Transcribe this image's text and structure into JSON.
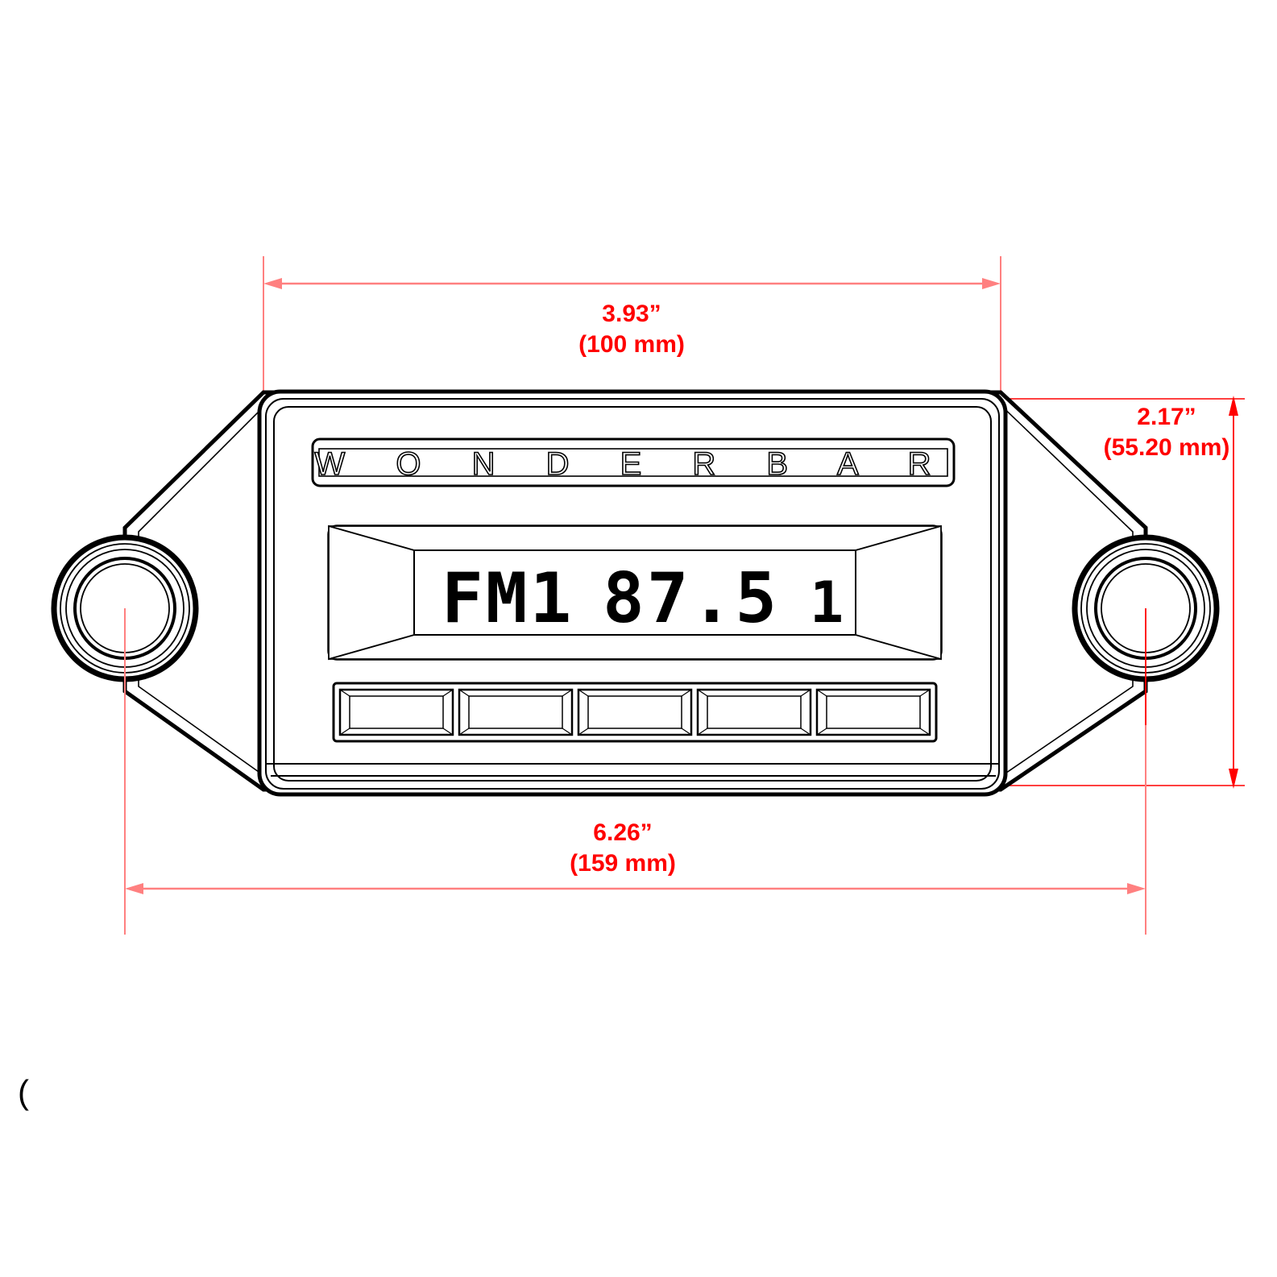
{
  "drawing": {
    "type": "technical-dimension-drawing",
    "subject": "Wonder Bar classic car radio faceplate",
    "background_color": "#ffffff",
    "line_color": "#000000",
    "dimension_color": "#ff0000"
  },
  "dimensions": {
    "top": {
      "name": "faceplate-height-width-top",
      "inches": "3.93”",
      "millimeters": "(100 mm)",
      "orientation": "horizontal"
    },
    "right": {
      "name": "faceplate-height-right",
      "inches": "2.17”",
      "millimeters": "(55.20 mm)",
      "orientation": "vertical"
    },
    "bottom": {
      "name": "overall-width-bottom",
      "inches": "6.26”",
      "millimeters": "(159 mm)",
      "orientation": "horizontal"
    }
  },
  "radio": {
    "nameplate": {
      "letters": [
        "W",
        "O",
        "N",
        "D",
        "E",
        "R",
        "B",
        "A",
        "R"
      ],
      "text": "W O N D E R   B A R"
    },
    "display": {
      "band": "FM1",
      "frequency": "87.5",
      "preset_indicator": "1",
      "full_text": "FM1  87.5      1"
    },
    "preset_buttons": [
      {
        "label": ""
      },
      {
        "label": ""
      },
      {
        "label": ""
      },
      {
        "label": ""
      },
      {
        "label": ""
      }
    ],
    "knobs": [
      {
        "position": "left",
        "name": "left-knob"
      },
      {
        "position": "right",
        "name": "right-knob"
      }
    ]
  }
}
